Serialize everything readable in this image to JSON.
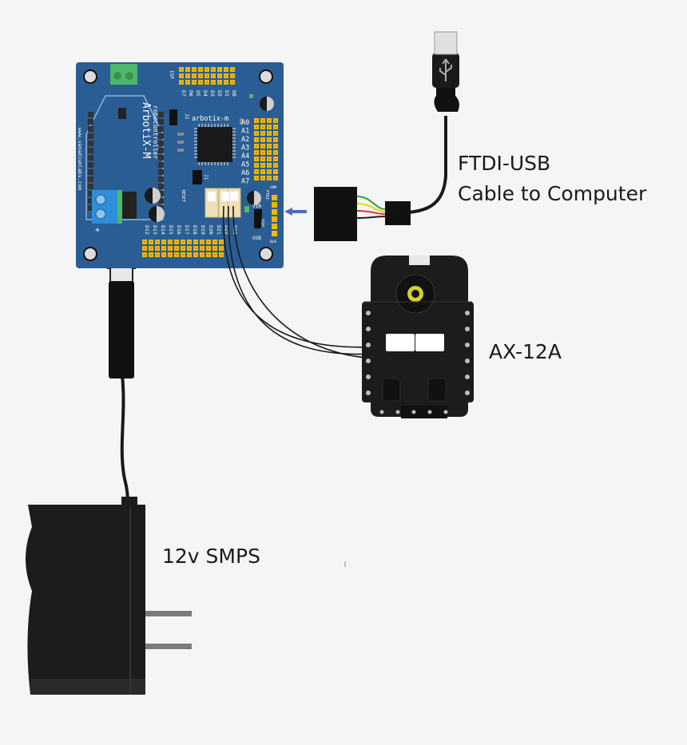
{
  "labels": {
    "ftdi_line1": "FTDI-USB",
    "ftdi_line2": "Cable to Computer",
    "servo": "AX-12A",
    "psu": "12v SMPS"
  },
  "board": {
    "name": "ArbotiX-M",
    "subtitle": "robocontroller",
    "model": "arbotix-m",
    "website": "www.vanadiumlabs.com",
    "header_isp": "ISP",
    "digital_top": [
      "D7",
      "D6",
      "D5",
      "D4",
      "D3",
      "D2",
      "D1",
      "D0"
    ],
    "analog": [
      "A0",
      "A1",
      "A2",
      "A3",
      "A4",
      "A5",
      "A6",
      "A7"
    ],
    "digital_bottom": [
      "D12",
      "D13",
      "D14",
      "D15",
      "D16",
      "D17",
      "D18",
      "D19",
      "D20",
      "D21",
      "D22",
      "D23"
    ],
    "jumpers": [
      "J2",
      "J1"
    ],
    "misc": [
      "VIN",
      "USB",
      "VSEL",
      "FTDI",
      "GRN",
      "BLK",
      "RESET",
      "+"
    ]
  },
  "colors": {
    "pcb": "#2a5d93",
    "header": "#f2b705",
    "terminal_blue": "#2d8fd8",
    "terminal_green": "#4db86a",
    "ftdi_wires": [
      "#2f9e44",
      "#e6d200",
      "#e5322d",
      "#222222"
    ]
  }
}
